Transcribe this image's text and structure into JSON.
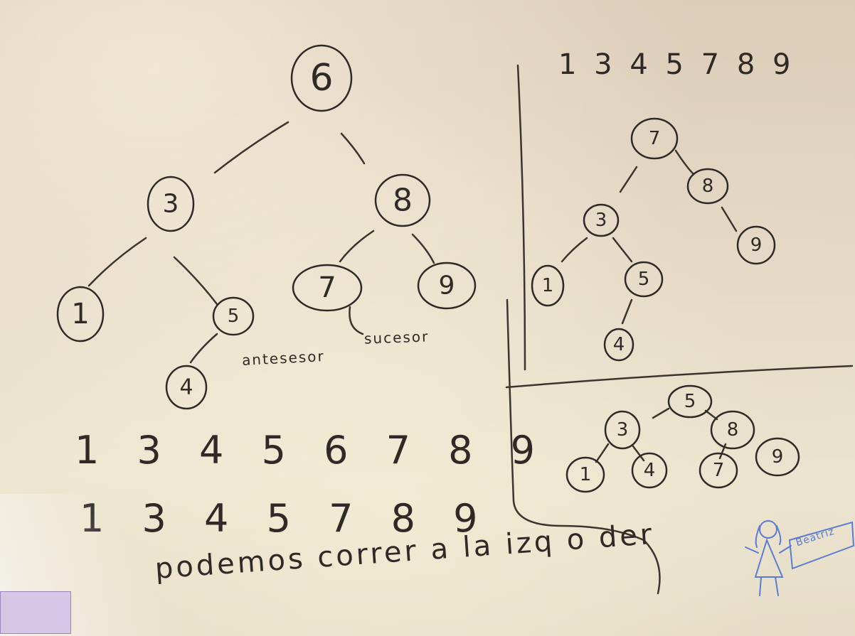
{
  "whiteboard": {
    "main_tree": {
      "nodes": [
        {
          "id": "n6",
          "label": "6"
        },
        {
          "id": "n3",
          "label": "3"
        },
        {
          "id": "n8",
          "label": "8"
        },
        {
          "id": "n1",
          "label": "1"
        },
        {
          "id": "n5",
          "label": "5"
        },
        {
          "id": "n4",
          "label": "4"
        },
        {
          "id": "n7",
          "label": "7"
        },
        {
          "id": "n9",
          "label": "9"
        }
      ],
      "annotations": {
        "predecessor": "antesesor",
        "successor": "sucesor"
      }
    },
    "sequences": {
      "top_right": [
        "1",
        "3",
        "4",
        "5",
        "7",
        "8",
        "9"
      ],
      "bottom_first": [
        "1",
        "3",
        "4",
        "5",
        "6",
        "7",
        "8",
        "9"
      ],
      "bottom_second": [
        "1",
        "3",
        "4",
        "5",
        "7",
        "8",
        "9"
      ]
    },
    "sentence": "podemos correr a la izq o der",
    "tree_option_a": {
      "nodes": [
        {
          "id": "a7",
          "label": "7"
        },
        {
          "id": "a8",
          "label": "8"
        },
        {
          "id": "a3",
          "label": "3"
        },
        {
          "id": "a9",
          "label": "9"
        },
        {
          "id": "a1",
          "label": "1"
        },
        {
          "id": "a5",
          "label": "5"
        },
        {
          "id": "a4",
          "label": "4"
        }
      ]
    },
    "tree_option_b": {
      "nodes": [
        {
          "id": "b5",
          "label": "5"
        },
        {
          "id": "b3",
          "label": "3"
        },
        {
          "id": "b8",
          "label": "8"
        },
        {
          "id": "b1",
          "label": "1"
        },
        {
          "id": "b4",
          "label": "4"
        },
        {
          "id": "b7",
          "label": "7"
        },
        {
          "id": "b9",
          "label": "9"
        }
      ]
    },
    "doodle": {
      "sign_text": "Beatriz",
      "ink_color": "#5b7bd6"
    },
    "ink_color": "#2f2a25"
  }
}
